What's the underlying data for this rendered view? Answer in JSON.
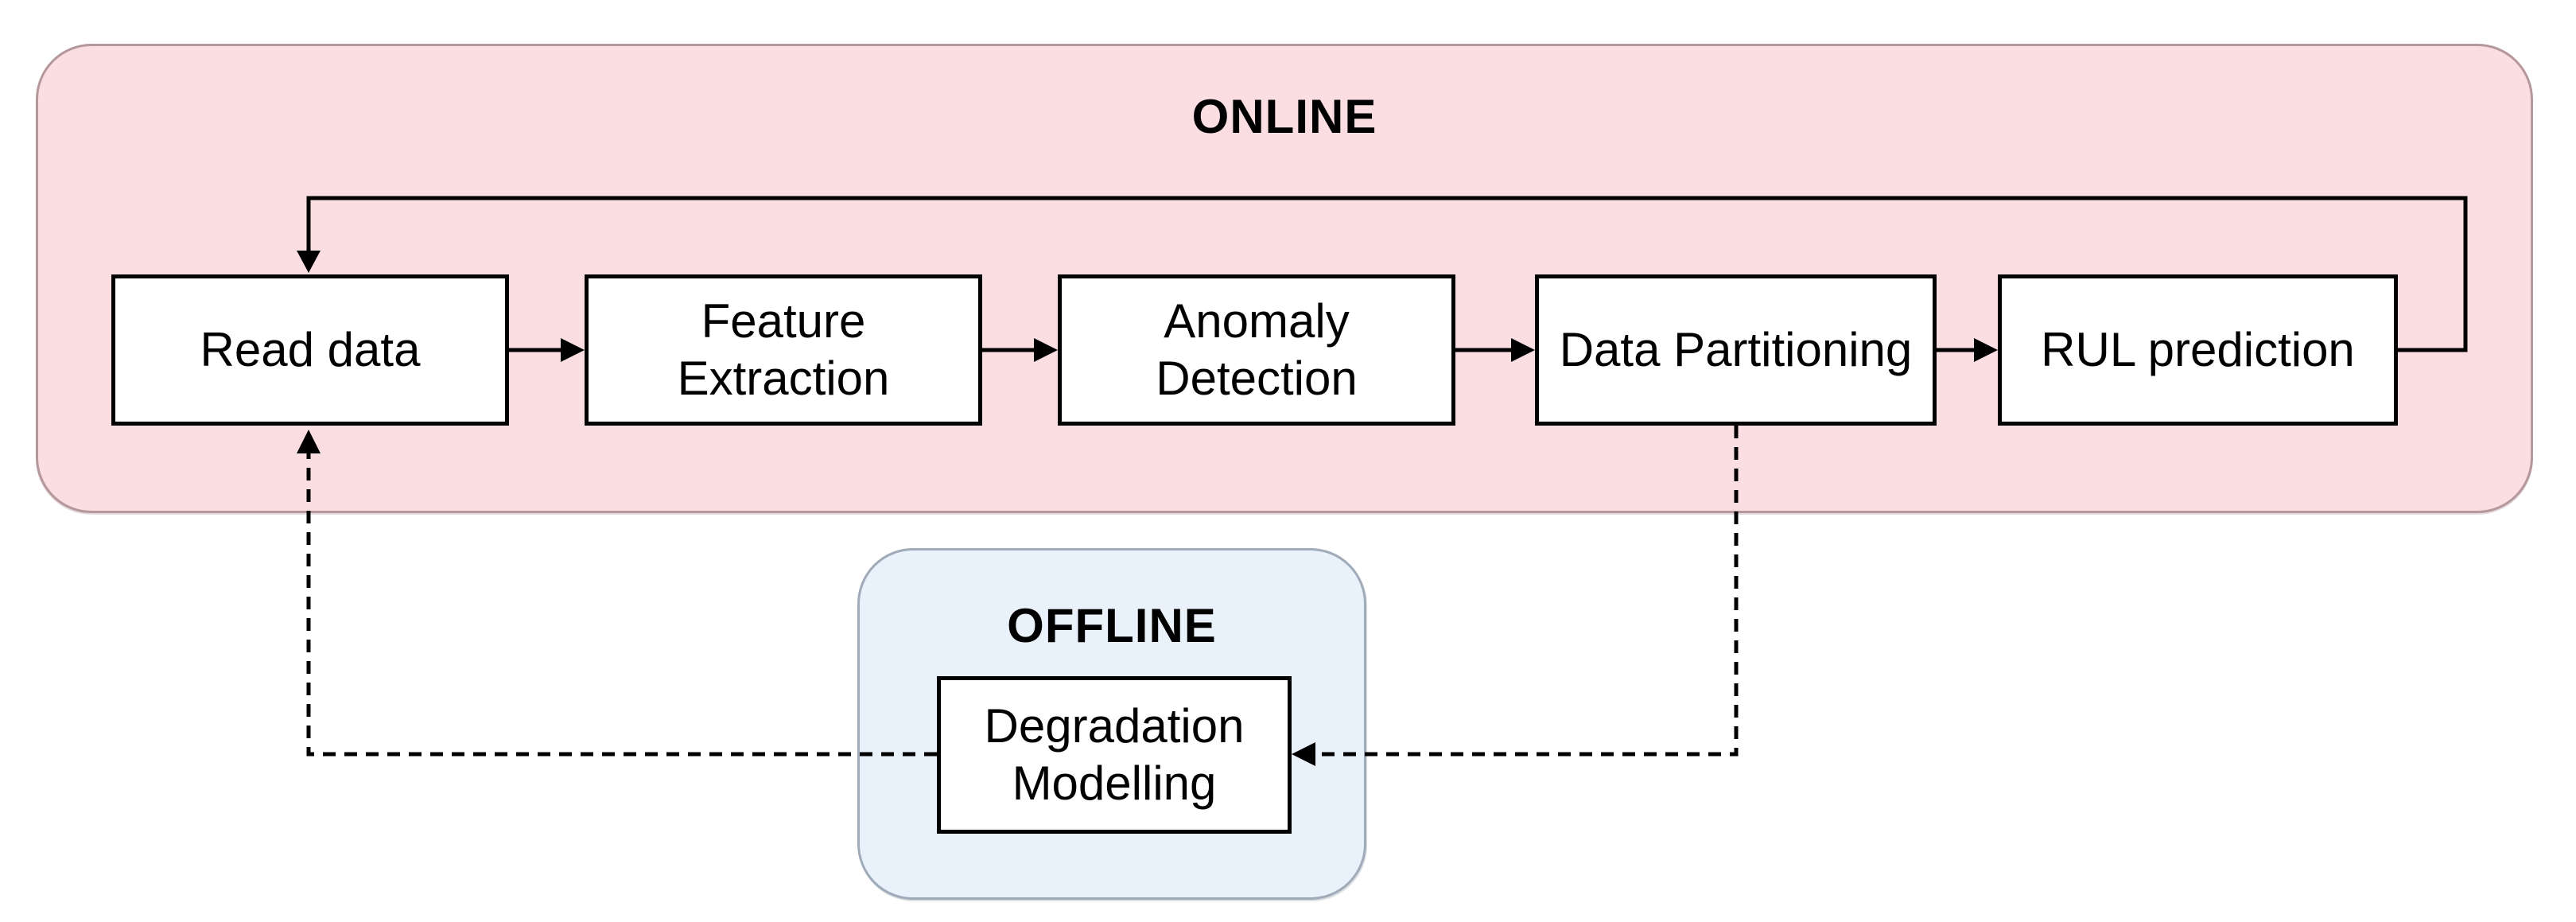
{
  "colors": {
    "canvas": "#ffffff",
    "online_fill": "#fbdee1",
    "online_border": "#b5989c",
    "offline_fill": "#e9f1fa",
    "offline_border": "#9fabb8",
    "node_fill": "#ffffff",
    "node_border": "#000000",
    "wire": "#000000",
    "text": "#000000"
  },
  "diagram": {
    "online_zone": {
      "label": "ONLINE",
      "nodes": [
        "Read data",
        "Feature\nExtraction",
        "Anomaly\nDetection",
        "Data Partitioning",
        "RUL prediction"
      ]
    },
    "offline_zone": {
      "label": "OFFLINE",
      "nodes": [
        "Degradation\nModelling"
      ]
    }
  }
}
